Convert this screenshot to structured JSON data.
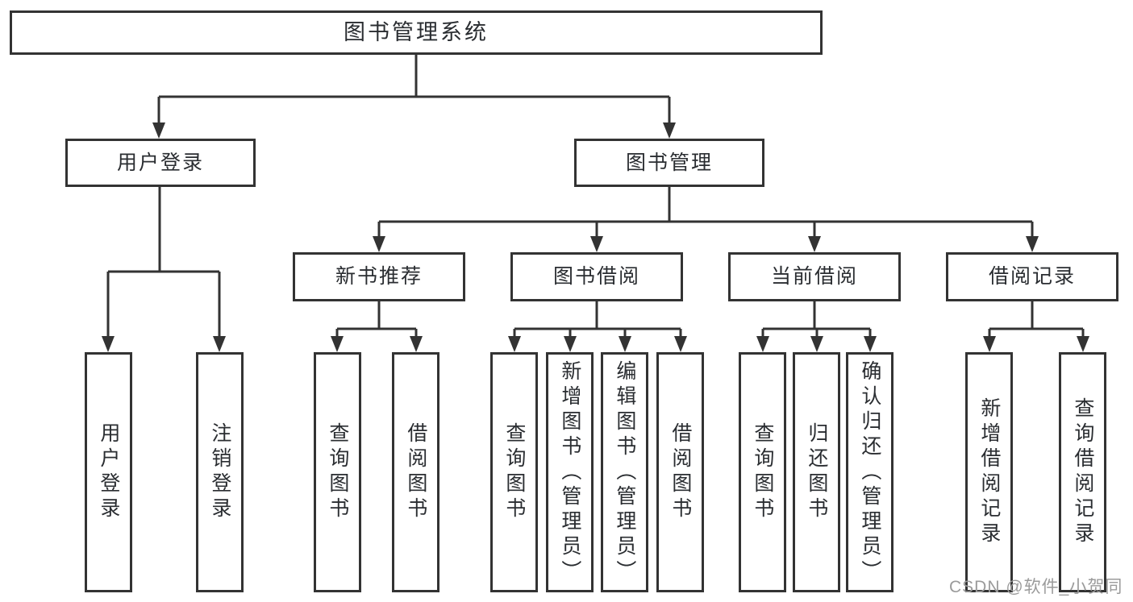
{
  "tree": {
    "root": {
      "label": "图书管理系统"
    },
    "children": [
      {
        "label": "用户登录",
        "children": [
          {
            "label": "用户登录"
          },
          {
            "label": "注销登录"
          }
        ]
      },
      {
        "label": "图书管理",
        "children": [
          {
            "label": "新书推荐",
            "children": [
              {
                "label": "查询图书"
              },
              {
                "label": "借阅图书"
              }
            ]
          },
          {
            "label": "图书借阅",
            "children": [
              {
                "label": "查询图书"
              },
              {
                "label": "新增图书（管理员）"
              },
              {
                "label": "编辑图书（管理员）"
              },
              {
                "label": "借阅图书"
              }
            ]
          },
          {
            "label": "当前借阅",
            "children": [
              {
                "label": "查询图书"
              },
              {
                "label": "归还图书"
              },
              {
                "label": "确认归还（管理员）"
              }
            ]
          },
          {
            "label": "借阅记录",
            "children": [
              {
                "label": "新增借阅记录"
              },
              {
                "label": "查询借阅记录"
              }
            ]
          }
        ]
      }
    ]
  },
  "watermark": {
    "text": "CSDN @软件_小贺同学"
  },
  "colors": {
    "line": "#333333",
    "box_border": "#333333",
    "text": "#2a2d31",
    "watermark": "#9b9b9b",
    "background": "#ffffff"
  }
}
